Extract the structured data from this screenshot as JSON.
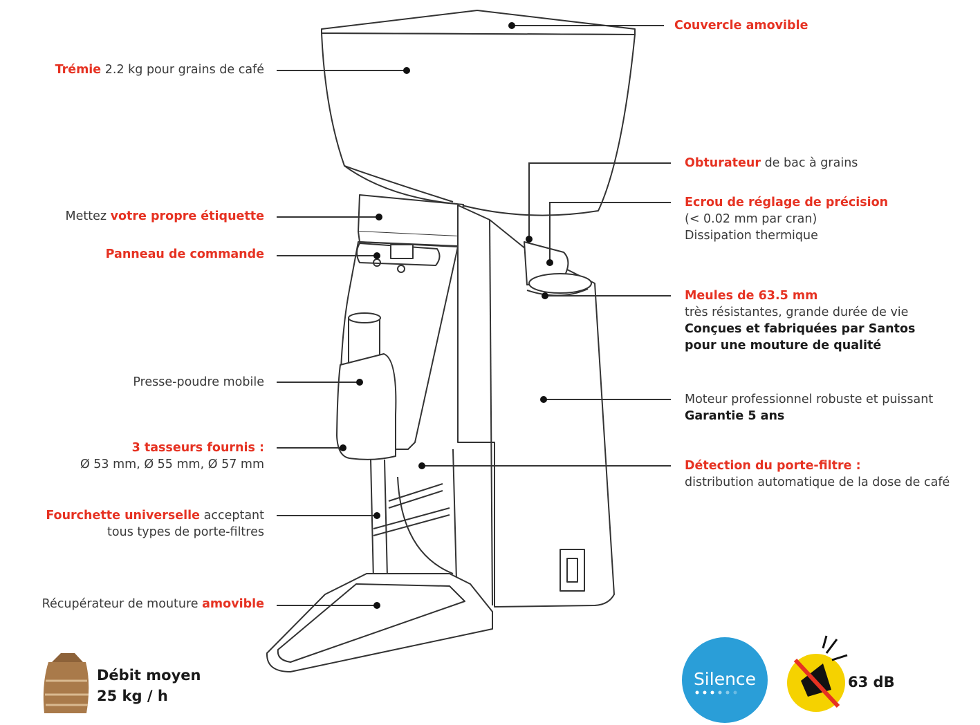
{
  "labels": {
    "couvercle": {
      "bold": "Couvercle amovible"
    },
    "tremie": {
      "bold": "Trémie",
      "rest": " 2.2 kg pour grains de café"
    },
    "obturateur": {
      "bold": "Obturateur",
      "rest": " de bac à grains"
    },
    "ecrou": {
      "bold": "Ecrou de réglage de précision",
      "line2": "(< 0.02 mm par cran)",
      "line3": "Dissipation thermique"
    },
    "etiquette": {
      "pre": "Mettez ",
      "bold": "votre propre étiquette"
    },
    "panneau": {
      "bold": "Panneau de commande"
    },
    "meules": {
      "bold": "Meules de 63.5 mm",
      "line2": "très résistantes, grande durée de vie",
      "line3": "Conçues et fabriquées par Santos",
      "line4": "pour une mouture de qualité"
    },
    "presse": {
      "text": "Presse-poudre mobile"
    },
    "moteur": {
      "line1": "Moteur professionnel robuste et puissant",
      "line2": "Garantie 5 ans"
    },
    "tasseurs": {
      "bold": "3 tasseurs fournis :",
      "line2": "Ø 53 mm, Ø 55 mm, Ø 57 mm"
    },
    "detection": {
      "bold": "Détection du porte-filtre :",
      "line2": "distribution automatique de la dose de café"
    },
    "fourchette": {
      "bold": "Fourchette universelle",
      "rest": " acceptant",
      "line2": "tous types de porte-filtres"
    },
    "recuperateur": {
      "pre": "Récupérateur de mouture ",
      "bold": "amovible"
    }
  },
  "badges": {
    "debit": {
      "line1": "Débit moyen",
      "line2": "25 kg / h"
    },
    "silence": {
      "text": "Silence"
    },
    "noise": {
      "text": "63 dB"
    }
  },
  "colors": {
    "accent": "#e63222",
    "text": "#3a3a3a",
    "silence_bg": "#2a9ed8",
    "noise_bg": "#f5d200",
    "bag": "#a97a4a"
  }
}
